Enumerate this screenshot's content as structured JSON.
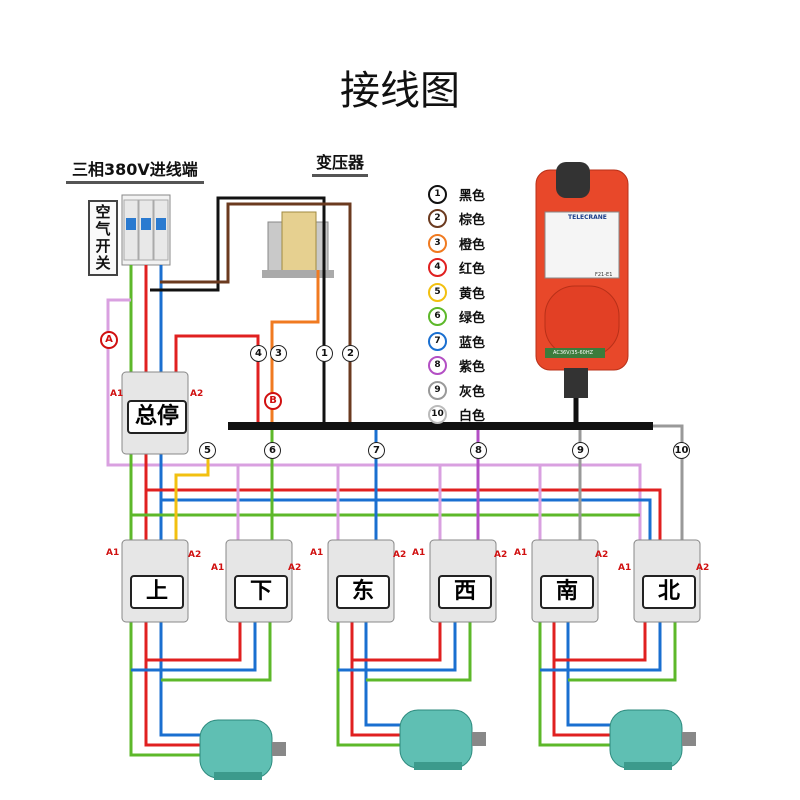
{
  "title": "接线图",
  "labels": {
    "incoming_power": "三相380V进线端",
    "transformer": "变压器",
    "air_switch": "空气开关"
  },
  "remote": {
    "brand": "TELECRANE",
    "voltage_label": "AC36V/35-60HZ",
    "model": "F21-E1"
  },
  "legend": [
    {
      "num": "1",
      "name": "黑色",
      "color": "#111111"
    },
    {
      "num": "2",
      "name": "棕色",
      "color": "#6b3a1f"
    },
    {
      "num": "3",
      "name": "橙色",
      "color": "#f07a20"
    },
    {
      "num": "4",
      "name": "红色",
      "color": "#e02020"
    },
    {
      "num": "5",
      "name": "黄色",
      "color": "#f2c010"
    },
    {
      "num": "6",
      "name": "绿色",
      "color": "#5db82a"
    },
    {
      "num": "7",
      "name": "蓝色",
      "color": "#1a6fd0"
    },
    {
      "num": "8",
      "name": "紫色",
      "color": "#b34fc4"
    },
    {
      "num": "9",
      "name": "灰色",
      "color": "#999999"
    },
    {
      "num": "10",
      "name": "白色",
      "color": "#dddddd"
    }
  ],
  "contactors": [
    {
      "name": "总停",
      "a1": "A1",
      "a2": "A2"
    },
    {
      "name": "上",
      "a1": "A1",
      "a2": "A2"
    },
    {
      "name": "下",
      "a1": "A1",
      "a2": "A2"
    },
    {
      "name": "东",
      "a1": "A1",
      "a2": "A2"
    },
    {
      "name": "西",
      "a1": "A1",
      "a2": "A2"
    },
    {
      "name": "南",
      "a1": "A1",
      "a2": "A2"
    },
    {
      "name": "北",
      "a1": "A1",
      "a2": "A2"
    }
  ],
  "wire_numbers": [
    "4",
    "3",
    "1",
    "2",
    "5",
    "6",
    "7",
    "8",
    "9",
    "10"
  ],
  "markers": [
    "A",
    "B"
  ]
}
